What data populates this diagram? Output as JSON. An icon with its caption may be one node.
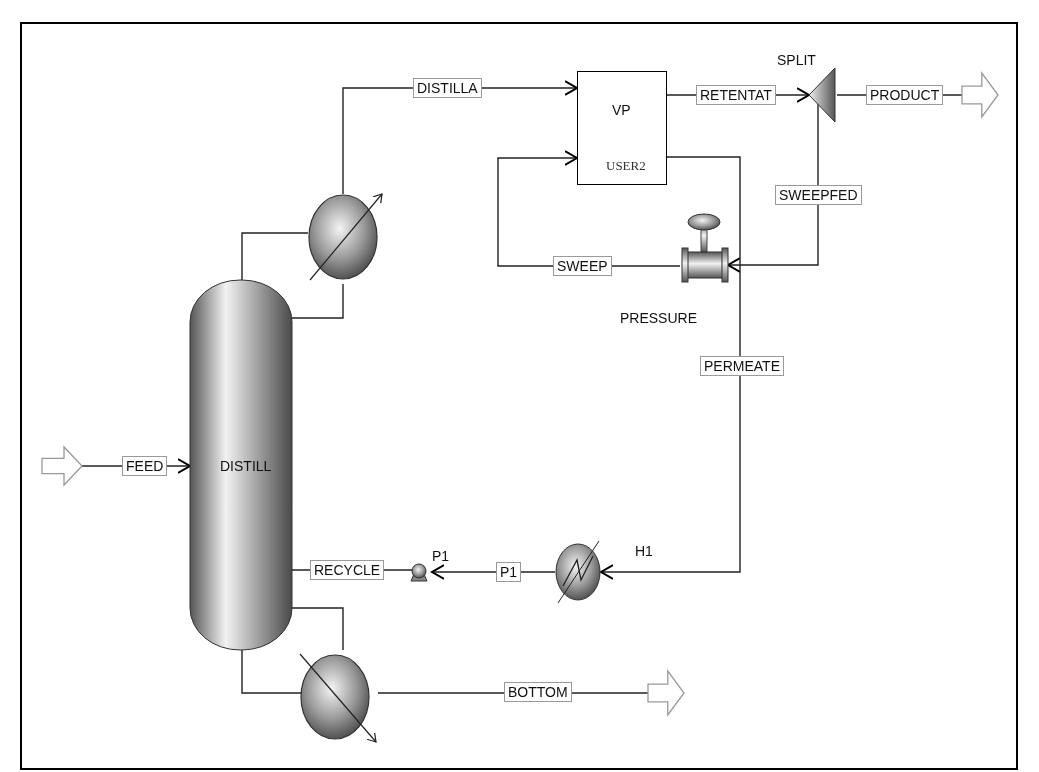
{
  "diagram": {
    "nodes": [
      {
        "text": [],
        "shape": "arrow"
      },
      {
        "text": [
          "DISTILL"
        ]
      },
      {
        "text": [],
        "shape": "circle"
      },
      {
        "text": [
          "VP",
          "USER2"
        ]
      },
      {
        "text": [
          "SPLIT"
        ]
      },
      {
        "text": [],
        "shape": "arrow"
      },
      {
        "text": [
          "PRESSURE"
        ]
      },
      {
        "text": [
          "H1"
        ]
      },
      {
        "text": [
          "P1"
        ]
      },
      {
        "text": [],
        "shape": "circle"
      },
      {
        "text": [],
        "shape": "arrow"
      }
    ],
    "edges": [
      {
        "from": 0,
        "to": 1,
        "arrow": "to",
        "label": "FEED"
      },
      {
        "from": 1,
        "to": 2,
        "arrow": "none"
      },
      {
        "from": 2,
        "to": 1,
        "arrow": "none"
      },
      {
        "from": 2,
        "to": 3,
        "arrow": "to",
        "label": "DISTILLA"
      },
      {
        "from": 3,
        "to": 4,
        "arrow": "to",
        "label": "RETENTAT"
      },
      {
        "from": 4,
        "to": 5,
        "arrow": "none",
        "label": "PRODUCT"
      },
      {
        "from": 4,
        "to": 6,
        "arrow": "to",
        "label": "SWEEPFED"
      },
      {
        "from": 6,
        "to": 3,
        "arrow": "to",
        "label": "SWEEP"
      },
      {
        "from": 3,
        "to": 7,
        "arrow": "to",
        "label": "PERMEATE"
      },
      {
        "from": 7,
        "to": 8,
        "arrow": "to",
        "label": "P1"
      },
      {
        "from": 8,
        "to": 1,
        "arrow": "none",
        "label": "RECYCLE"
      },
      {
        "from": 1,
        "to": 9,
        "arrow": "none"
      },
      {
        "from": 9,
        "to": 1,
        "arrow": "none"
      },
      {
        "from": 9,
        "to": 10,
        "arrow": "none",
        "label": "BOTTOM"
      }
    ]
  }
}
